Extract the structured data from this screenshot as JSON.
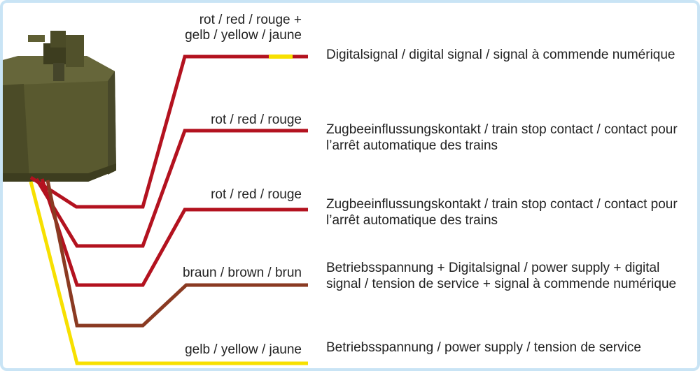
{
  "colors": {
    "red": "#b3121f",
    "yellow": "#f7e000",
    "brown": "#8a3a22",
    "device_body": "#59592f",
    "device_dark": "#3d3d1f",
    "frame_border": "#c9e4f5"
  },
  "wires": [
    {
      "id": "digital",
      "color_key": "red",
      "stripe_color_key": "yellow",
      "label_line1": "rot / red / rouge +",
      "label_line2": "gelb / yellow / jaune",
      "description": "Digitalsignal / digital signal / signal à commende numérique"
    },
    {
      "id": "stop1",
      "color_key": "red",
      "label_line1": "rot / red / rouge",
      "description": "Zugbeeinflussungskontakt / train stop contact / contact pour l’arrêt automatique des trains"
    },
    {
      "id": "stop2",
      "color_key": "red",
      "label_line1": "rot / red / rouge",
      "description": "Zugbeeinflussungskontakt / train stop contact / contact pour l’arrêt automatique des trains"
    },
    {
      "id": "power_digital",
      "color_key": "brown",
      "label_line1": "braun / brown / brun",
      "description": "Betriebsspannung + Digitalsignal / power supply + digital signal / tension de service + signal à commende numérique"
    },
    {
      "id": "power",
      "color_key": "yellow",
      "label_line1": "gelb / yellow / jaune",
      "description": "Betriebsspannung / power supply / tension de service"
    }
  ]
}
